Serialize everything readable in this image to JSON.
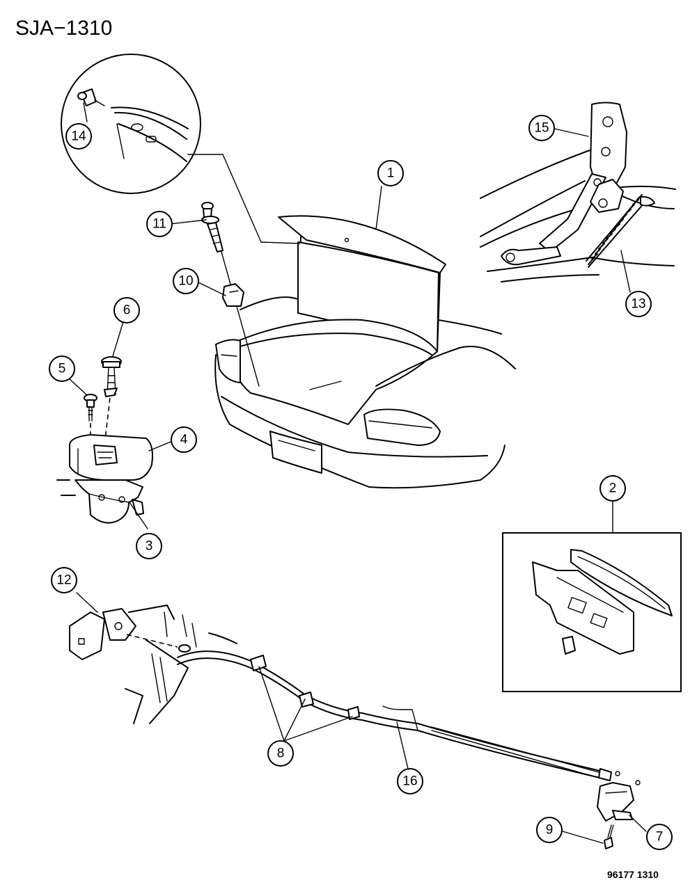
{
  "title": "SJA−1310",
  "footer_code": "96177  1310",
  "callouts": {
    "c1": "1",
    "c2": "2",
    "c3": "3",
    "c4": "4",
    "c5": "5",
    "c6": "6",
    "c7": "7",
    "c8": "8",
    "c9": "9",
    "c10": "10",
    "c11": "11",
    "c12": "12",
    "c13": "13",
    "c14": "14",
    "c15": "15",
    "c16": "16"
  }
}
